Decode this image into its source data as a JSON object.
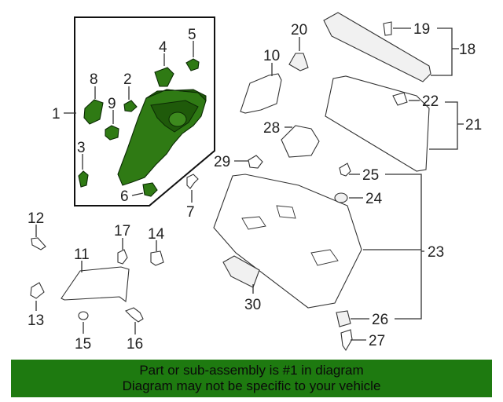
{
  "callouts": {
    "c1": "1",
    "c2": "2",
    "c3": "3",
    "c4": "4",
    "c5": "5",
    "c6": "6",
    "c7": "7",
    "c8": "8",
    "c9": "9",
    "c10": "10",
    "c11": "11",
    "c12": "12",
    "c13": "13",
    "c14": "14",
    "c15": "15",
    "c16": "16",
    "c17": "17",
    "c18": "18",
    "c19": "19",
    "c20": "20",
    "c21": "21",
    "c22": "22",
    "c23": "23",
    "c24": "24",
    "c25": "25",
    "c26": "26",
    "c27": "27",
    "c28": "28",
    "c29": "29",
    "c30": "30"
  },
  "notice": {
    "line1": "Part or sub-assembly is #1 in diagram",
    "line2": "Diagram may not be specific to your vehicle"
  },
  "colors": {
    "highlight": "#2f7a14",
    "banner": "#1e7a10"
  }
}
